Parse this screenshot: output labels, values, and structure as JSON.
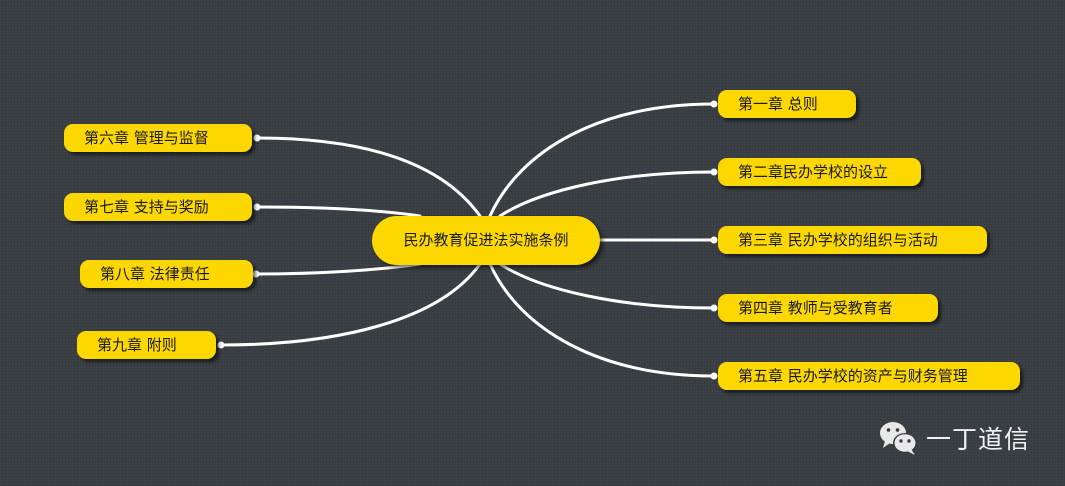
{
  "mindmap": {
    "root": {
      "label": "民办教育促进法实施条例"
    },
    "right_branches": [
      {
        "label": "第一章 总则"
      },
      {
        "label": "第二章民办学校的设立"
      },
      {
        "label": "第三章 民办学校的组织与活动"
      },
      {
        "label": "第四章 教师与受教育者"
      },
      {
        "label": "第五章 民办学校的资产与财务管理"
      }
    ],
    "left_branches": [
      {
        "label": "第六章 管理与监督"
      },
      {
        "label": "第七章 支持与奖励"
      },
      {
        "label": "第八章 法律责任"
      },
      {
        "label": "第九章 附则"
      }
    ]
  },
  "watermark": {
    "icon": "wechat-icon",
    "text": "一丁道信"
  },
  "colors": {
    "background": "#373c40",
    "node_fill": "#fcd800",
    "node_text": "#1a1a1a",
    "connector": "#ffffff",
    "watermark_text": "#f2f2f2"
  }
}
